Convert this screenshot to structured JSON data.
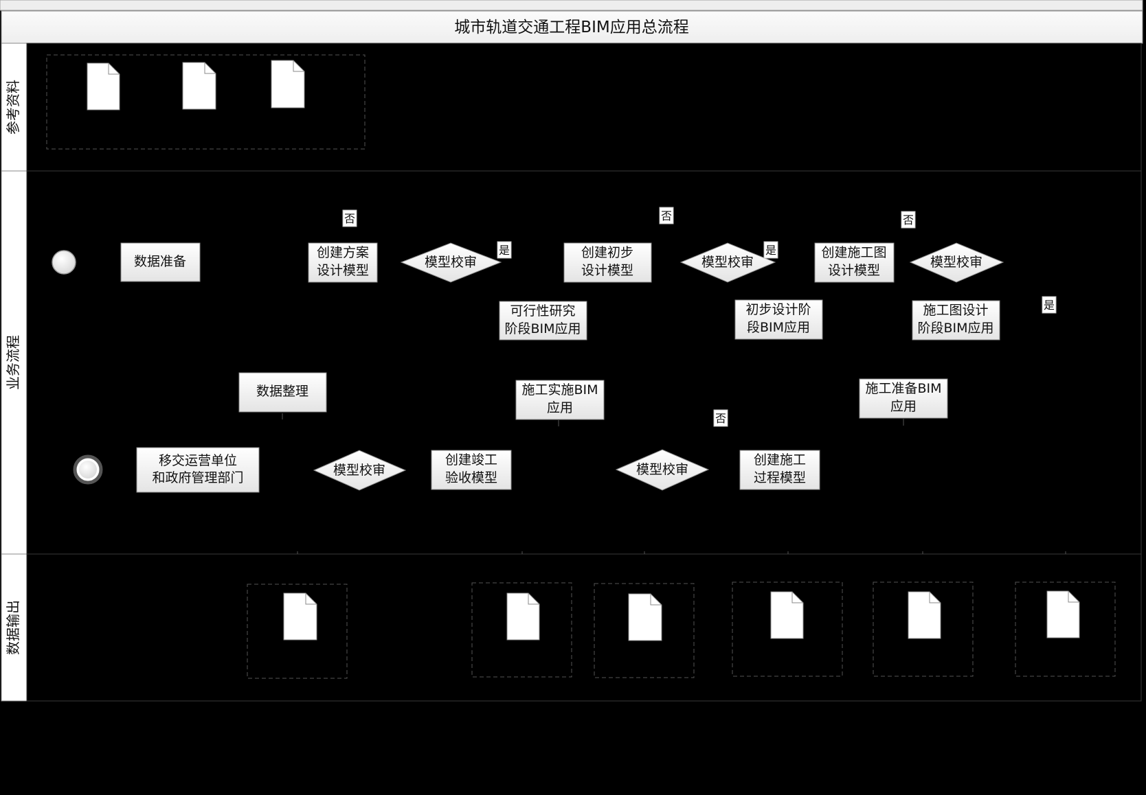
{
  "title": "城市轨道交通工程BIM应用总流程",
  "lanes": {
    "reference": "参考资料",
    "process": "业务流程",
    "output": "数据输出"
  },
  "nodes": {
    "data_prep": "数据准备",
    "create_scheme": [
      "创建方案",
      "设计模型"
    ],
    "review1": "模型校审",
    "feasibility": [
      "可行性研究",
      "阶段BIM应用"
    ],
    "create_prelim": [
      "创建初步",
      "设计模型"
    ],
    "review2": "模型校审",
    "prelim_app": [
      "初步设计阶",
      "段BIM应用"
    ],
    "create_construction_drawing": [
      "创建施工图",
      "设计模型"
    ],
    "review3": "模型校审",
    "construction_drawing_app": [
      "施工图设计",
      "阶段BIM应用"
    ],
    "data_org": "数据整理",
    "construction_impl_app": [
      "施工实施BIM",
      "应用"
    ],
    "construction_prep_app": [
      "施工准备BIM",
      "应用"
    ],
    "handover": [
      "移交运营单位",
      "和政府管理部门"
    ],
    "review4": "模型校审",
    "create_completion": [
      "创建竣工",
      "验收模型"
    ],
    "review5": "模型校审",
    "create_process": [
      "创建施工",
      "过程模型"
    ]
  },
  "branch_labels": {
    "no": "否",
    "yes": "是"
  }
}
